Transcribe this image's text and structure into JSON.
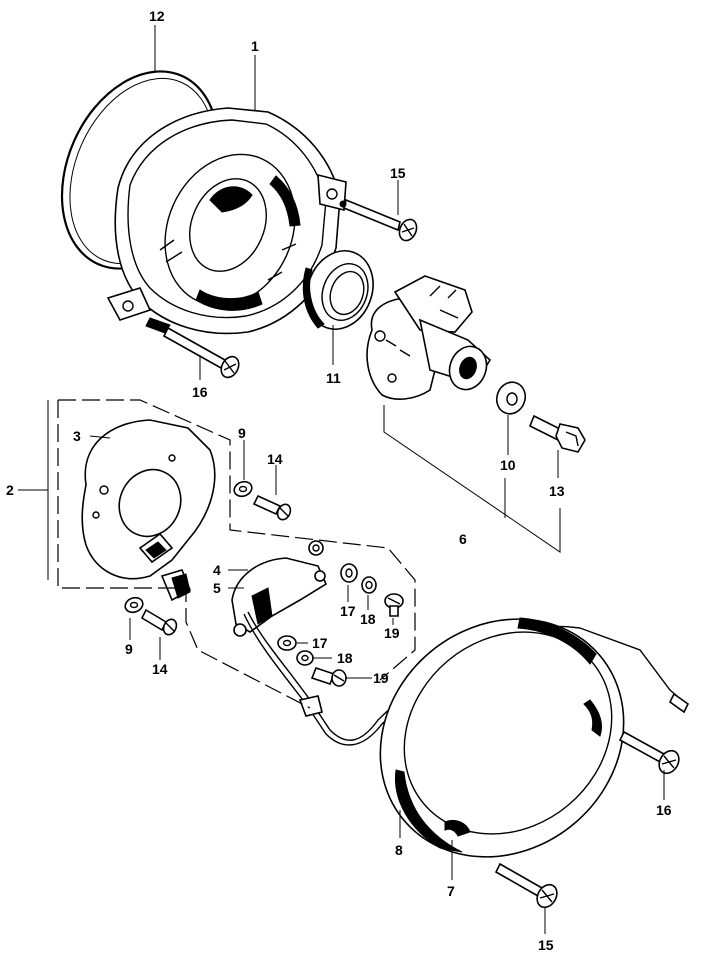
{
  "parts": [
    {
      "id": "1",
      "label": "1"
    },
    {
      "id": "2",
      "label": "2"
    },
    {
      "id": "3",
      "label": "3"
    },
    {
      "id": "4",
      "label": "4"
    },
    {
      "id": "5",
      "label": "5"
    },
    {
      "id": "6",
      "label": "6"
    },
    {
      "id": "7",
      "label": "7"
    },
    {
      "id": "8",
      "label": "8"
    },
    {
      "id": "9a",
      "label": "9"
    },
    {
      "id": "9b",
      "label": "9"
    },
    {
      "id": "10",
      "label": "10"
    },
    {
      "id": "11",
      "label": "11"
    },
    {
      "id": "12",
      "label": "12"
    },
    {
      "id": "13",
      "label": "13"
    },
    {
      "id": "14a",
      "label": "14"
    },
    {
      "id": "14b",
      "label": "14"
    },
    {
      "id": "15a",
      "label": "15"
    },
    {
      "id": "15b",
      "label": "15"
    },
    {
      "id": "16a",
      "label": "16"
    },
    {
      "id": "16b",
      "label": "16"
    },
    {
      "id": "17a",
      "label": "17"
    },
    {
      "id": "17b",
      "label": "17"
    },
    {
      "id": "18a",
      "label": "18"
    },
    {
      "id": "18b",
      "label": "18"
    },
    {
      "id": "19a",
      "label": "19"
    },
    {
      "id": "19b",
      "label": "19"
    }
  ]
}
